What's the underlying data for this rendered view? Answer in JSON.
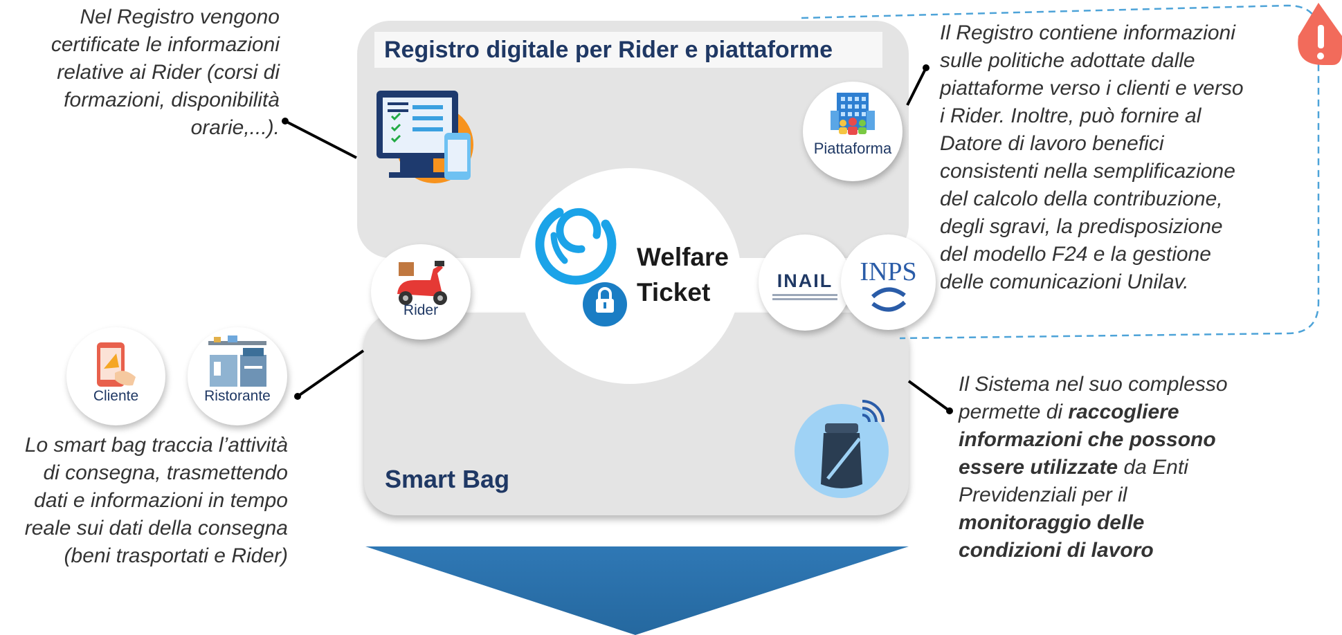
{
  "registry": {
    "title": "Registro digitale per Rider e piattaforme"
  },
  "smartbag": {
    "title": "Smart Bag"
  },
  "center": {
    "line1": "Welfare",
    "line2": "Ticket"
  },
  "nodes": {
    "piattaforma": "Piattaforma",
    "rider": "Rider",
    "cliente": "Cliente",
    "ristorante": "Ristorante",
    "inail": "INAIL",
    "inps": "INPS"
  },
  "notes": {
    "top_left": [
      "Nel Registro vengono",
      "certificate le informazioni",
      "relative ai Rider (corsi di",
      "formazioni, disponibilità",
      "orarie,...)."
    ],
    "bottom_left": [
      "Lo smart bag traccia l’attività",
      "di consegna, trasmettendo",
      "dati e informazioni in tempo",
      "reale sui dati della consegna",
      "(beni trasportati e Rider)"
    ],
    "top_right": [
      "Il Registro contiene informazioni",
      "sulle politiche adottate dalle",
      "piattaforme verso i clienti e verso",
      "i Rider. Inoltre, può fornire al",
      "Datore di lavoro benefici",
      "consistenti nella semplificazione",
      "del calcolo della contribuzione,",
      "degli sgravi, la predisposizione",
      "del modello F24 e la gestione",
      "delle comunicazioni Unilav."
    ],
    "bottom_right": {
      "l1": "Il Sistema nel suo complesso",
      "l2a": "permette di ",
      "l2b": "raccogliere",
      "l3": "informazioni che possono",
      "l4a": "essere utilizzate",
      "l4b": " da Enti",
      "l5": "Previdenziali per il",
      "l6": "monitoraggio delle",
      "l7": "condizioni di lavoro"
    }
  },
  "colors": {
    "panel": "#e4e4e4",
    "title_text": "#1f3864",
    "arrow": "#2e75b6",
    "warning": "#f26b5b",
    "dashed": "#4da3d8",
    "lock": "#1a7dc4"
  }
}
